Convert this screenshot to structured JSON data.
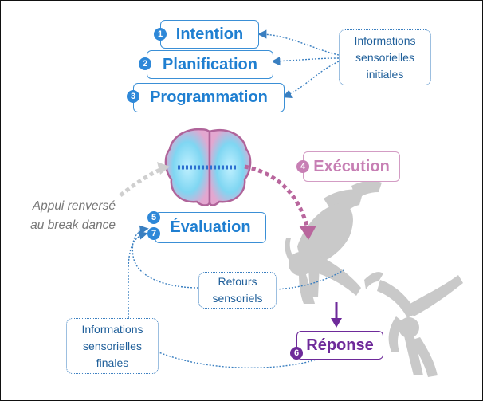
{
  "stages": {
    "intention": {
      "num": "1",
      "label": "Intention"
    },
    "planification": {
      "num": "2",
      "label": "Planification"
    },
    "programmation": {
      "num": "3",
      "label": "Programmation"
    },
    "execution": {
      "num": "4",
      "label": "Exécution"
    },
    "evaluation": {
      "num_a": "5",
      "num_b": "7",
      "label": "Évaluation"
    },
    "reponse": {
      "num": "6",
      "label": "Réponse"
    }
  },
  "info": {
    "initial": [
      "Informations",
      "sensorielles",
      "initiales"
    ],
    "retours": [
      "Retours",
      "sensoriels"
    ],
    "final": [
      "Informations",
      "sensorielles",
      "finales"
    ]
  },
  "side_label": [
    "Appui renversé",
    "au break dance"
  ],
  "colors": {
    "stage_blue": "#1f7fd1",
    "execution_pink": "#c77fb4",
    "reponse_purple": "#6e2a9a",
    "dancer_gray": "#c8c8c8",
    "brain_pink": "#d9a0c8",
    "brain_fill": "#7fd6f2"
  },
  "icons": [
    "brain-illustration",
    "break-dancer-silhouette",
    "curved-dotted-arrow"
  ]
}
